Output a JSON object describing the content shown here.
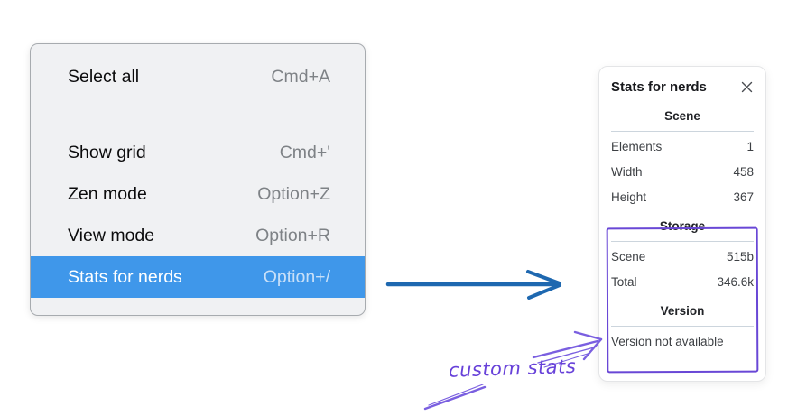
{
  "menu": {
    "items": [
      {
        "label": "Select all",
        "shortcut": "Cmd+A",
        "highlighted": false
      },
      {
        "label": "Show grid",
        "shortcut": "Cmd+'",
        "highlighted": false
      },
      {
        "label": "Zen mode",
        "shortcut": "Option+Z",
        "highlighted": false
      },
      {
        "label": "View mode",
        "shortcut": "Option+R",
        "highlighted": false
      },
      {
        "label": "Stats for nerds",
        "shortcut": "Option+/",
        "highlighted": true
      }
    ]
  },
  "stats_panel": {
    "title": "Stats for nerds",
    "sections": [
      {
        "title": "Scene",
        "rows": [
          {
            "label": "Elements",
            "value": "1"
          },
          {
            "label": "Width",
            "value": "458"
          },
          {
            "label": "Height",
            "value": "367"
          }
        ]
      },
      {
        "title": "Storage",
        "rows": [
          {
            "label": "Scene",
            "value": "515b"
          },
          {
            "label": "Total",
            "value": "346.6k"
          }
        ]
      },
      {
        "title": "Version",
        "rows": [],
        "note": "Version not available"
      }
    ]
  },
  "annotation": {
    "label": "custom stats"
  },
  "colors": {
    "menu_background": "#f0f1f3",
    "menu_highlight": "#3f97ea",
    "menu_shortcut_gray": "#7e8286",
    "arrow_blue": "#1e68b0",
    "annotation_violet": "#6741d9",
    "panel_divider": "#ccd5dd"
  }
}
